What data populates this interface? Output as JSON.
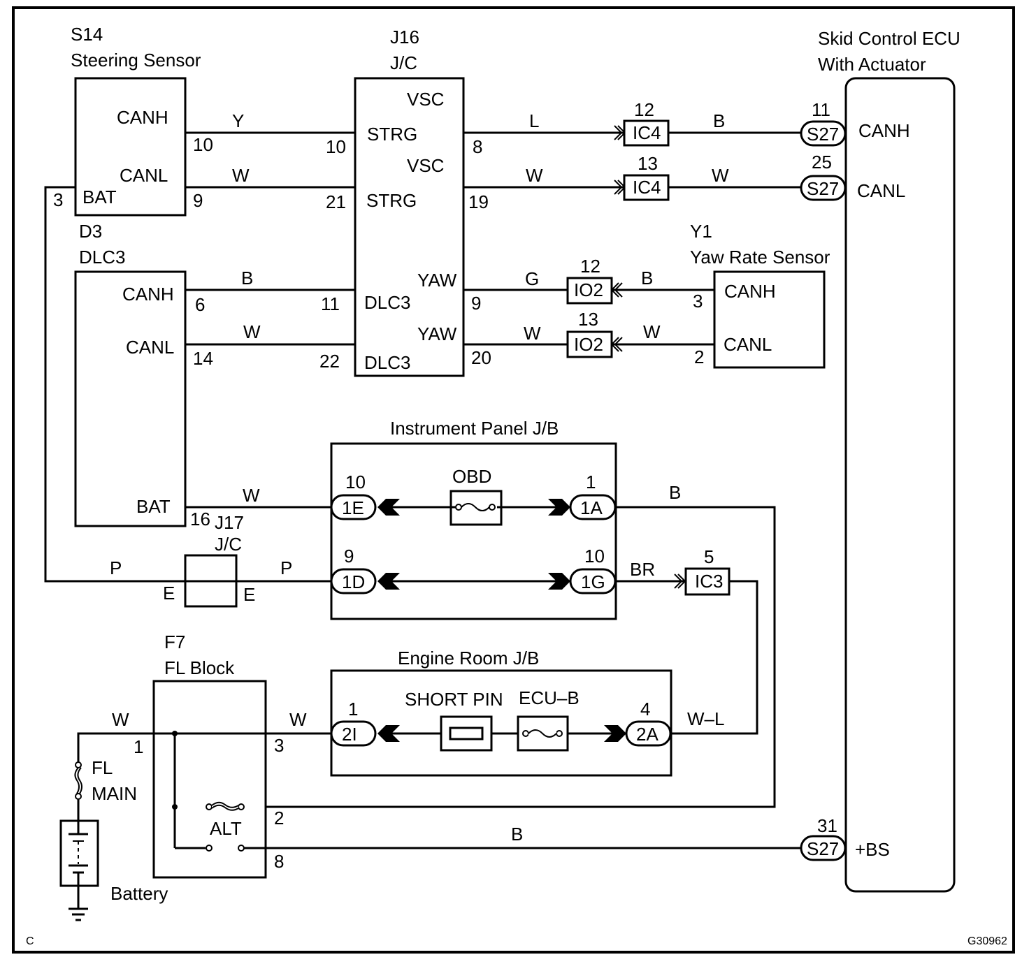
{
  "diagram": {
    "corner_label": "C",
    "figure_id": "G30962",
    "components": {
      "steering_sensor": {
        "code": "S14",
        "name": "Steering Sensor",
        "pins": {
          "canh": "CANH",
          "canl": "CANL",
          "bat": "BAT"
        }
      },
      "jc_j16": {
        "code": "J16",
        "name": "J/C",
        "pins": [
          "VSC",
          "STRG",
          "VSC",
          "STRG",
          "YAW",
          "DLC3",
          "YAW",
          "DLC3"
        ]
      },
      "skid_ecu": {
        "name_line1": "Skid Control ECU",
        "name_line2": "With Actuator",
        "pins": {
          "canh": "CANH",
          "canl": "CANL",
          "bs": "+BS"
        }
      },
      "dlc3": {
        "code": "D3",
        "name": "DLC3",
        "pins": {
          "canh": "CANH",
          "canl": "CANL",
          "bat": "BAT"
        }
      },
      "yaw_sensor": {
        "code": "Y1",
        "name": "Yaw Rate Sensor",
        "pins": {
          "canh": "CANH",
          "canl": "CANL"
        }
      },
      "instrument_jb": {
        "name": "Instrument Panel J/B",
        "fuse": "OBD"
      },
      "jc_j17": {
        "code": "J17",
        "name": "J/C",
        "left_pin": "E",
        "right_pin": "E"
      },
      "fl_block": {
        "code": "F7",
        "name": "FL Block",
        "alt_label": "ALT"
      },
      "engine_jb": {
        "name": "Engine Room J/B",
        "short_pin": "SHORT PIN",
        "fuse": "ECU–B"
      },
      "fl_main": {
        "line1": "FL",
        "line2": "MAIN"
      },
      "battery": {
        "name": "Battery"
      }
    },
    "connectors": {
      "ic4_a": {
        "id": "IC4",
        "pin": "12"
      },
      "ic4_b": {
        "id": "IC4",
        "pin": "13"
      },
      "s27_a": {
        "id": "S27",
        "pin": "11"
      },
      "s27_b": {
        "id": "S27",
        "pin": "25"
      },
      "s27_c": {
        "id": "S27",
        "pin": "31"
      },
      "io2_a": {
        "id": "IO2",
        "pin": "12"
      },
      "io2_b": {
        "id": "IO2",
        "pin": "13"
      },
      "c1e": {
        "id": "1E",
        "pin": "10"
      },
      "c1a": {
        "id": "1A",
        "pin": "1"
      },
      "c1d": {
        "id": "1D",
        "pin": "9"
      },
      "c1g": {
        "id": "1G",
        "pin": "10"
      },
      "ic3": {
        "id": "IC3",
        "pin": "5"
      },
      "c2i": {
        "id": "2I",
        "pin": "1"
      },
      "c2a": {
        "id": "2A",
        "pin": "4"
      }
    },
    "pin_numbers": {
      "s14_canh": "10",
      "s14_canl": "9",
      "s14_bat": "3",
      "j16_strg1": "10",
      "j16_strg2": "21",
      "j16_vsc1": "8",
      "j16_vsc2": "19",
      "j16_dlc1": "11",
      "j16_dlc2": "22",
      "j16_yaw1": "9",
      "j16_yaw2": "20",
      "dlc3_canh": "6",
      "dlc3_canl": "14",
      "dlc3_bat": "16",
      "yaw_canh": "3",
      "yaw_canl": "2",
      "fl_1": "1",
      "fl_3": "3",
      "fl_2": "2",
      "fl_8": "8"
    },
    "wire_colors": {
      "s14_canh": "Y",
      "s14_canl": "W",
      "vsc_canh_left": "L",
      "vsc_canh_right": "B",
      "vsc_canl_left": "W",
      "vsc_canl_right": "W",
      "dlc3_canh": "B",
      "dlc3_canl": "W",
      "yaw_canh_left": "G",
      "yaw_canh_right": "B",
      "yaw_canl_left": "W",
      "yaw_canl_right": "W",
      "dlc3_bat": "W",
      "jb_1a_out": "B",
      "j17_left": "P",
      "j17_right": "P",
      "jb_1g_out": "BR",
      "fl_main_in": "W",
      "fl_3_out": "W",
      "jb_2a_out": "W–L",
      "fl_8_out": "B"
    }
  }
}
